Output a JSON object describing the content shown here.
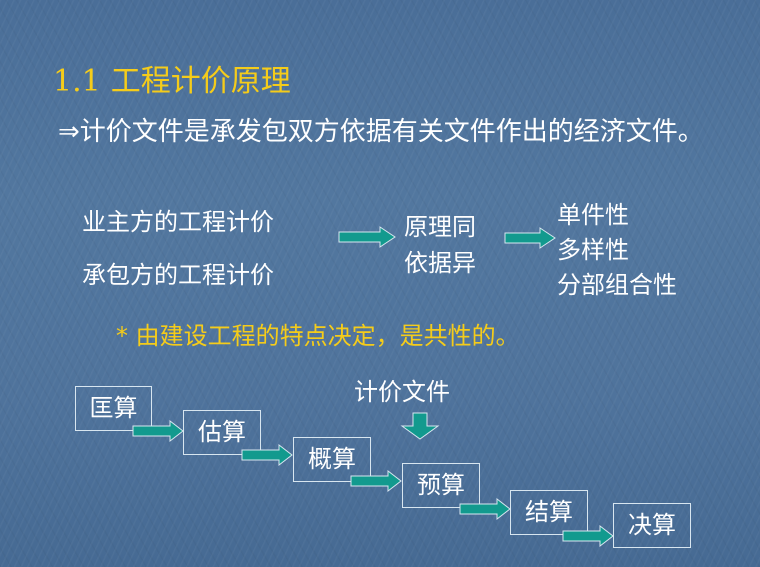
{
  "slide": {
    "title_number": "1.1",
    "title_text": "工程计价原理",
    "paragraph": "⇒计价文件是承发包双方依据有关文件作出的经济文件。",
    "left_items": [
      "业主方的工程计价",
      "承包方的工程计价"
    ],
    "middle_items": [
      "原理同",
      "依据异"
    ],
    "right_items": [
      "单件性",
      "多样性",
      "分部组合性"
    ],
    "note": "* 由建设工程的特点决定，是共性的。",
    "pricing_doc_label": "计价文件",
    "stages": [
      "匡算",
      "估算",
      "概算",
      "预算",
      "结算",
      "决算"
    ]
  },
  "colors": {
    "background": "#4f739c",
    "title": "#f5cc1a",
    "text": "#ffffff",
    "arrow": "#129a8e",
    "box_border": "#d8e6f0"
  }
}
